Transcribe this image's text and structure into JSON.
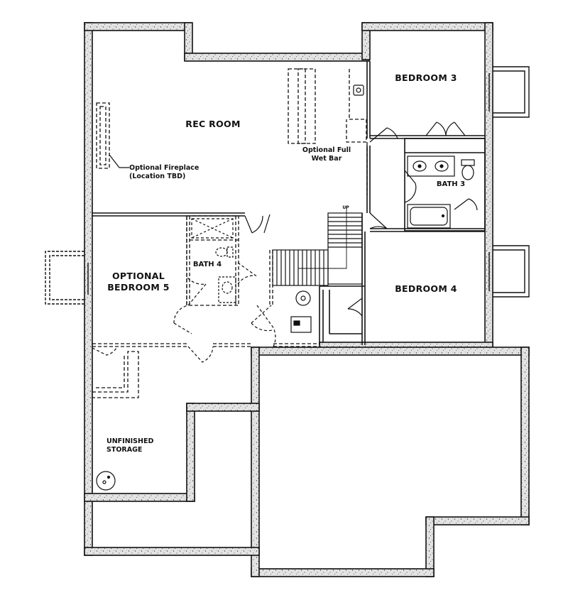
{
  "rooms": {
    "rec_room": "REC ROOM",
    "bedroom_3": "BEDROOM 3",
    "bedroom_4": "BEDROOM 4",
    "bath_3": "BATH 3",
    "bath_4": "BATH 4",
    "optional_bedroom_5_line1": "OPTIONAL",
    "optional_bedroom_5_line2": "BEDROOM 5",
    "unfinished_storage_line1": "UNFINISHED",
    "unfinished_storage_line2": "STORAGE"
  },
  "annotations": {
    "fireplace_line1": "Optional Fireplace",
    "fireplace_line2": "(Location TBD)",
    "wet_bar_line1": "Optional Full",
    "wet_bar_line2": "Wet Bar",
    "stair_up": "UP"
  },
  "colors": {
    "wall_fill": "#e4e4e4",
    "line": "#111111"
  }
}
